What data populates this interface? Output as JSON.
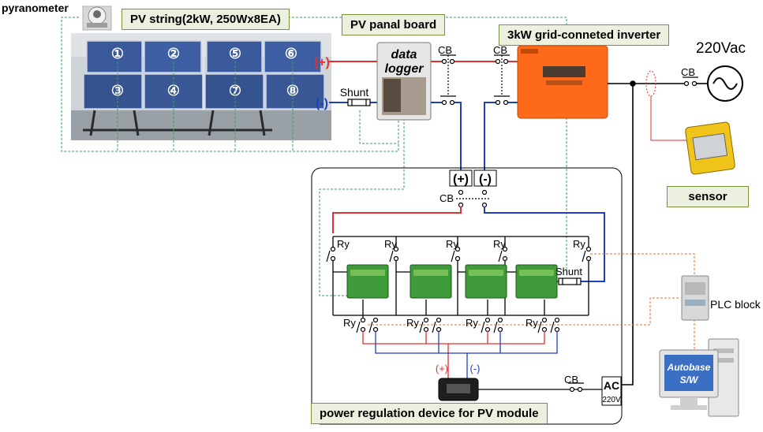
{
  "labels": {
    "pyranometer": "pyranometer",
    "pv_string": "PV string(2kW, 250Wx8EA)",
    "panel_board": "PV panal board",
    "inverter": "3kW grid-conneted inverter",
    "grid_voltage": "220Vac",
    "sensor": "sensor",
    "plc_block": "PLC block",
    "power_device": "power regulation device for PV module",
    "data_logger_line1": "data",
    "data_logger_line2": "logger",
    "shunt": "Shunt",
    "cb": "CB",
    "ry": "Ry",
    "plus_mark": "(+)",
    "minus_mark": "(-)",
    "plus_box": "(+)",
    "minus_box": "(-)",
    "ac": "AC",
    "ac_voltage": "220V",
    "software_line1": "Autobase",
    "software_line2": "S/W"
  },
  "panel_numbers": [
    "①",
    "②",
    "⑤",
    "⑥",
    "③",
    "④",
    "⑦",
    "⑧"
  ],
  "colors": {
    "label_fill": "#ebf1de",
    "label_border": "#77933c",
    "positive_wire": "#e03030",
    "negative_wire": "#1f3fc0",
    "signal_wire": "#3aa05a",
    "control_wire": "#e07030",
    "inverter_orange": "#ff6a1a",
    "battery_green": "#3f9a3a"
  }
}
